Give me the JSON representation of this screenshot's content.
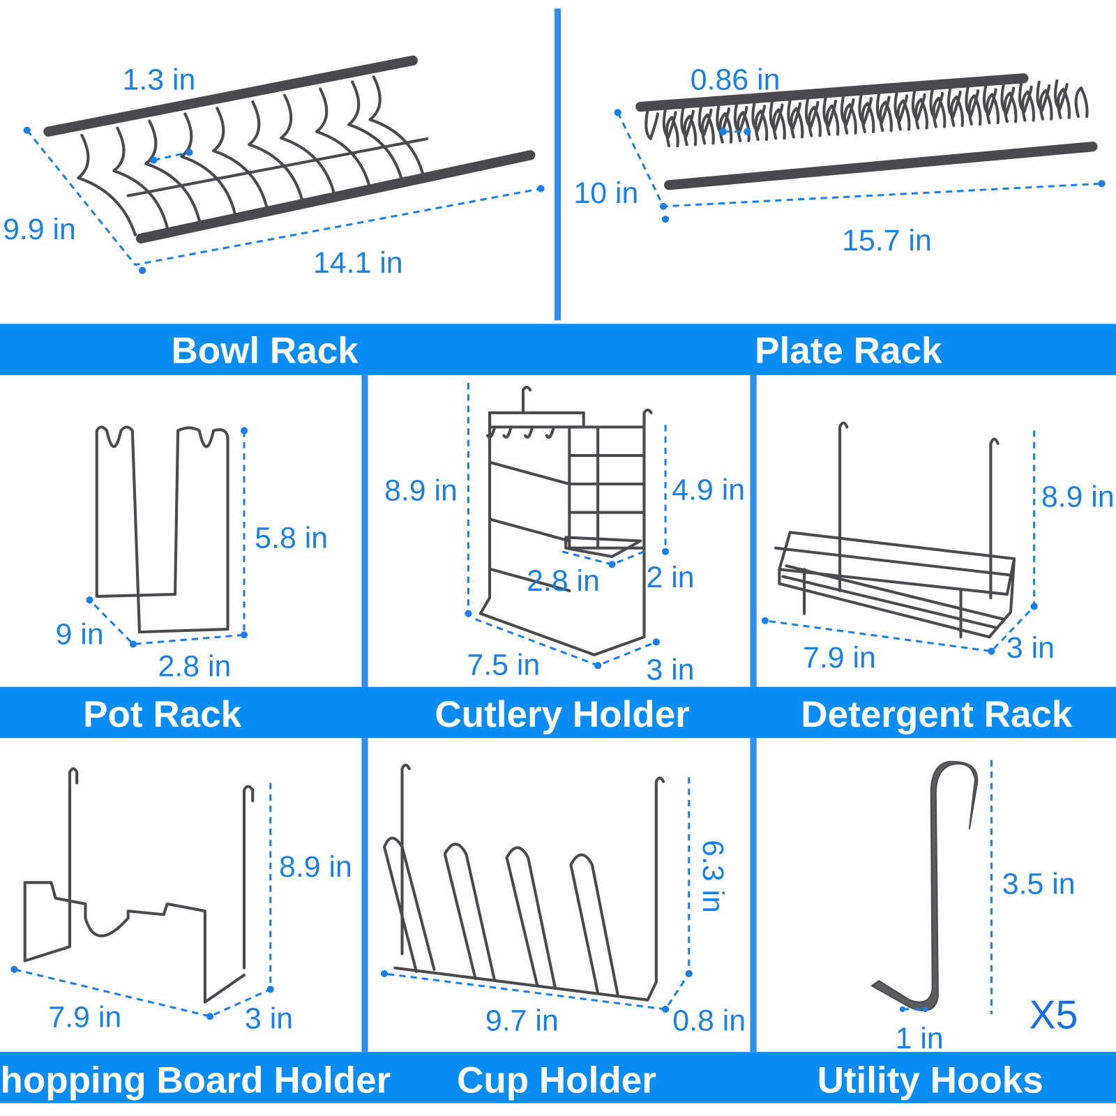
{
  "colors": {
    "banner": "#0a8cf5",
    "dimension": "#1a80e6",
    "wire": "#4a4a4e"
  },
  "products": [
    {
      "name": "Bowl Rack",
      "dims": [
        "1.3 in",
        "9.9 in",
        "14.1 in"
      ]
    },
    {
      "name": "Plate Rack",
      "dims": [
        "0.86 in",
        "10 in",
        "15.7 in"
      ]
    },
    {
      "name": "Pot Rack",
      "dims": [
        "5.8 in",
        "9 in",
        "2.8 in"
      ]
    },
    {
      "name": "Cutlery Holder",
      "dims": [
        "8.9 in",
        "4.9 in",
        "2.8 in",
        "2 in",
        "7.5 in",
        "3 in"
      ]
    },
    {
      "name": "Detergent Rack",
      "dims": [
        "8.9 in",
        "7.9 in",
        "3 in"
      ]
    },
    {
      "name": "Chopping Board Holder",
      "dims": [
        "8.9 in",
        "7.9 in",
        "3 in"
      ]
    },
    {
      "name": "Cup Holder",
      "dims": [
        "6.3 in",
        "9.7 in",
        "0.8 in"
      ]
    },
    {
      "name": "Utility Hooks",
      "dims": [
        "3.5 in",
        "1 in"
      ],
      "quantity": "X5"
    }
  ]
}
